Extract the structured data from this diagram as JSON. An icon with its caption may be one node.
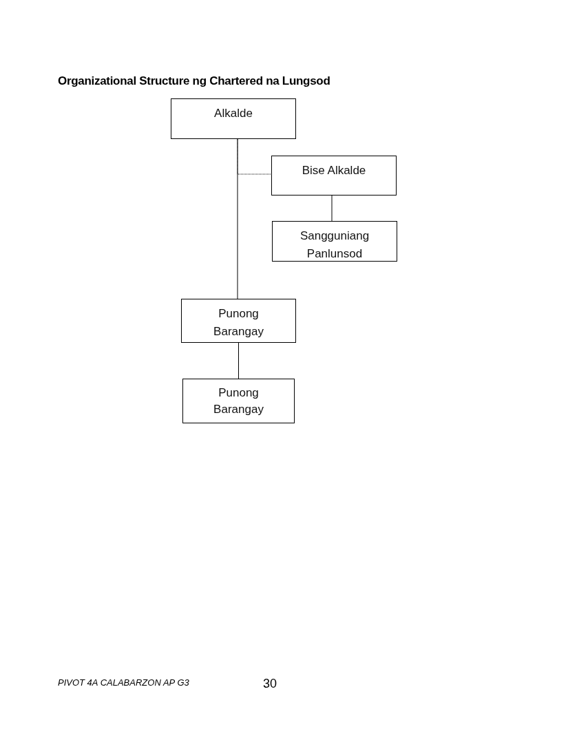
{
  "diagram": {
    "title": "Organizational Structure ng Chartered na Lungsod",
    "nodes": [
      {
        "text": [
          "Alkalde"
        ]
      },
      {
        "text": [
          "Bise Alkalde"
        ]
      },
      {
        "text": [
          "Sangguniang Panlunsod"
        ]
      },
      {
        "text": [
          "Punong Barangay"
        ]
      },
      {
        "text": [
          "Punong Barangay"
        ]
      }
    ],
    "edges": [
      {
        "from": 0,
        "to": 3,
        "arrow": "none"
      },
      {
        "from": 0,
        "to": 1,
        "arrow": "none",
        "style": "dashed"
      },
      {
        "from": 1,
        "to": 2,
        "arrow": "none"
      },
      {
        "from": 3,
        "to": 4,
        "arrow": "none"
      }
    ],
    "labels": [
      "PIVOT 4A CALABARZON AP G3",
      "30"
    ]
  }
}
